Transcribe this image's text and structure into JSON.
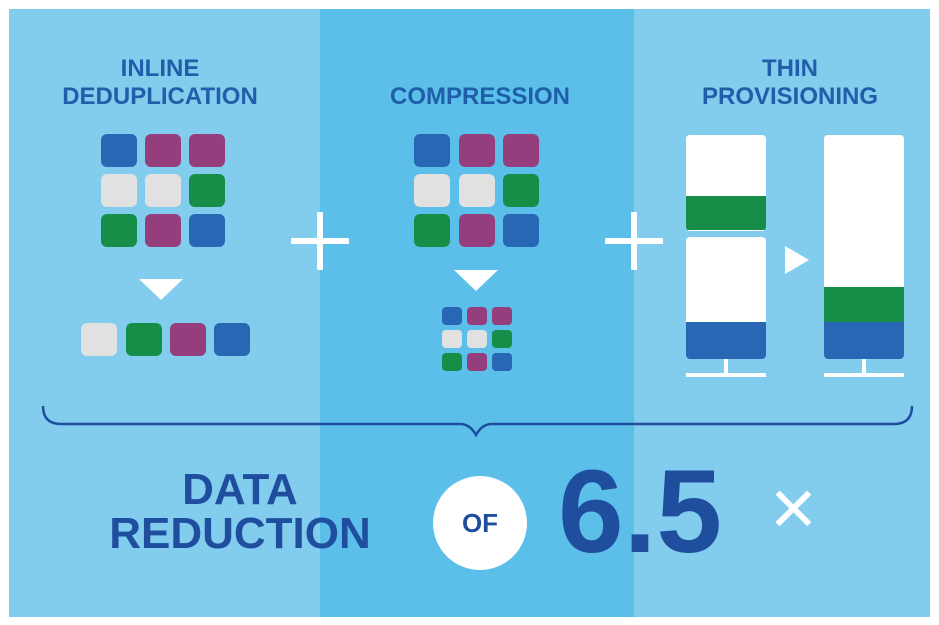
{
  "columns": [
    {
      "heading_line1": "INLINE",
      "heading_line2": "DEDUPLICATION"
    },
    {
      "heading": "COMPRESSION"
    },
    {
      "heading_line1": "THIN",
      "heading_line2": "PROVISIONING"
    }
  ],
  "result": {
    "label_line1": "DATA",
    "label_line2": "REDUCTION",
    "connector": "OF",
    "ratio": "6.5",
    "unit": "×"
  },
  "colors": {
    "panel_light": "#82ccee",
    "panel_mid": "#5bbfea",
    "text_dark_blue": "#1f4e9f",
    "block_blue": "#2767b4",
    "block_purple": "#943e7d",
    "block_gray": "#e1e1e2",
    "block_green": "#178e48"
  }
}
